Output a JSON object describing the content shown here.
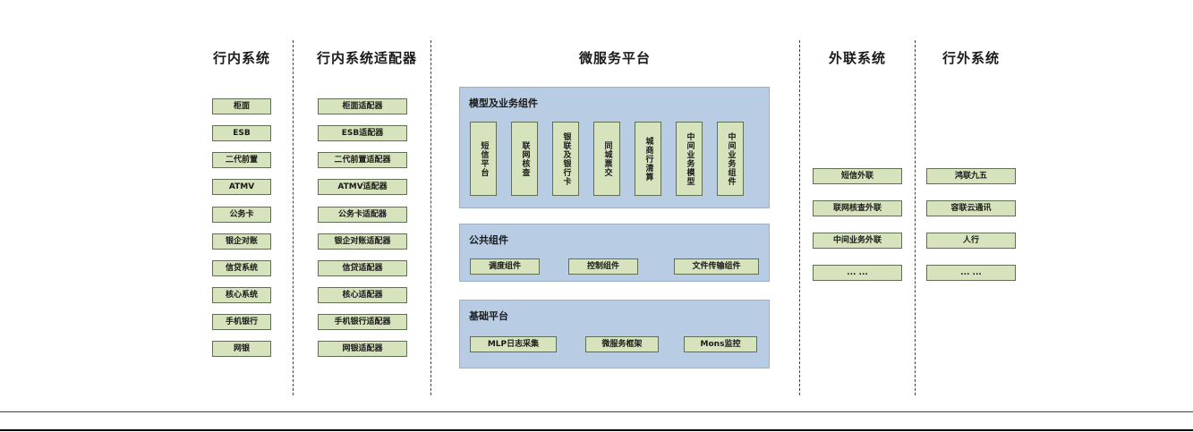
{
  "columns": [
    {
      "title": "行内系统",
      "items": [
        "柜面",
        "ESB",
        "二代前置",
        "ATMV",
        "公务卡",
        "银企对账",
        "信贷系统",
        "核心系统",
        "手机银行",
        "网银"
      ]
    },
    {
      "title": "行内系统适配器",
      "items": [
        "柜面适配器",
        "ESB适配器",
        "二代前置适配器",
        "ATMV适配器",
        "公务卡适配器",
        "银企对账适配器",
        "信贷适配器",
        "核心适配器",
        "手机银行适配器",
        "网银适配器"
      ]
    },
    {
      "title": "微服务平台",
      "panels": [
        {
          "title": "模型及业务组件",
          "items": [
            "短信平台",
            "联网核查",
            "银联及银行卡",
            "同城票交",
            "城商行清算",
            "中间业务模型",
            "中间业务组件"
          ]
        },
        {
          "title": "公共组件",
          "items": [
            "调度组件",
            "控制组件",
            "文件传输组件"
          ]
        },
        {
          "title": "基础平台",
          "items": [
            "MLP日志采集",
            "微服务框架",
            "Mons监控"
          ]
        }
      ]
    },
    {
      "title": "外联系统",
      "items": [
        "短信外联",
        "联网核查外联",
        "中间业务外联",
        "... ..."
      ]
    },
    {
      "title": "行外系统",
      "items": [
        "鸿联九五",
        "容联云通讯",
        "人行",
        "... ..."
      ]
    }
  ],
  "colors": {
    "box_fill": "#d6e3bc",
    "box_border": "#5f6f52",
    "panel_fill": "#b8cce4",
    "panel_border": "#9cb0c9"
  }
}
